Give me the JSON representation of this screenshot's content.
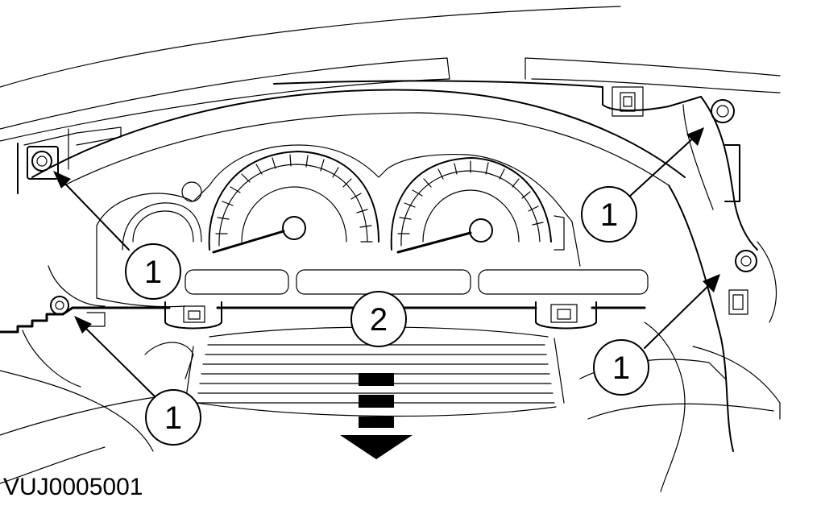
{
  "figure": {
    "reference_code": "VUJ0005001"
  },
  "callouts": [
    {
      "id": "bolt-upper-left",
      "label": "1"
    },
    {
      "id": "bolt-upper-right",
      "label": "1"
    },
    {
      "id": "bolt-lower-left",
      "label": "1"
    },
    {
      "id": "bolt-lower-right",
      "label": "1"
    },
    {
      "id": "instrument-cluster",
      "label": "2"
    }
  ],
  "colors": {
    "line": "#000000",
    "background": "#ffffff"
  },
  "icons": {
    "removal_direction": "down-arrow-icon"
  }
}
